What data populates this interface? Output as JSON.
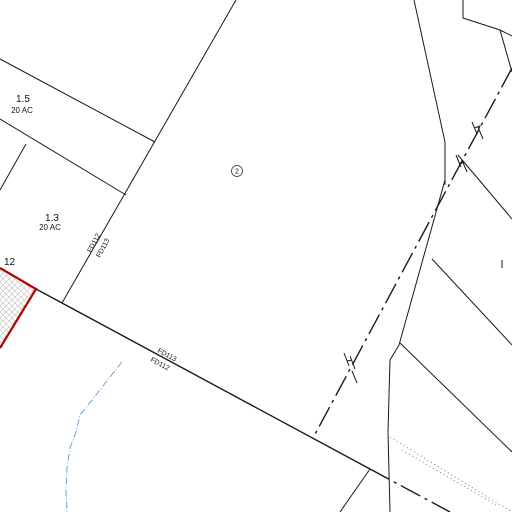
{
  "map": {
    "parcels": [
      {
        "id": "1.5",
        "acres": "20 AC"
      },
      {
        "id": "1.3",
        "acres": "20 AC"
      },
      {
        "id": "12"
      }
    ],
    "lot_marker": "2",
    "road_labels": {
      "upper_a": "FD112",
      "upper_b": "FD113",
      "lower_a": "FD113",
      "lower_b": "FD112"
    },
    "colors": {
      "parcel_lines": "#1a1a1a",
      "highlight_boundary": "#b30000",
      "stream": "#6fa0d8",
      "hatch": "#c9c9c9"
    }
  }
}
